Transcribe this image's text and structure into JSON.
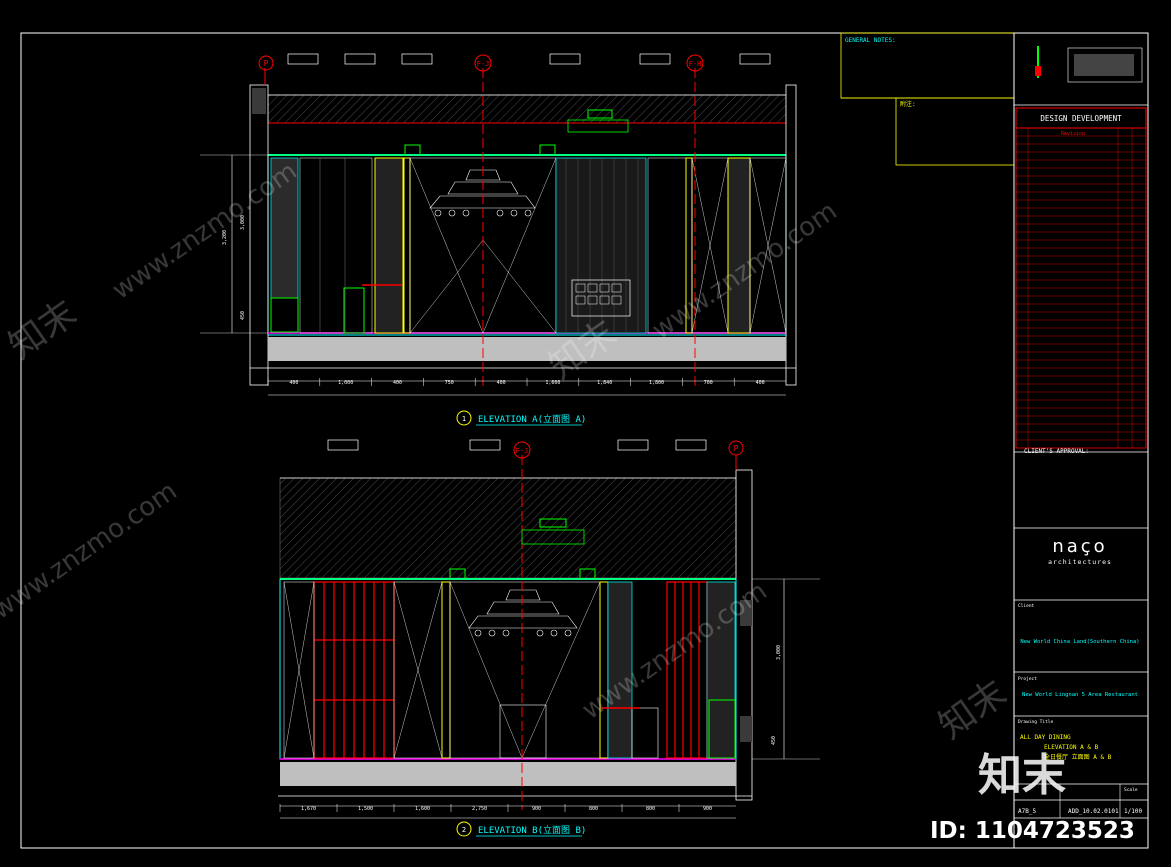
{
  "drawing": {
    "elevation_a_title": "ELEVATION A(立面图 A)",
    "elevation_b_title": "ELEVATION B(立面图 B)",
    "elevation_a_number": "1",
    "elevation_b_number": "2",
    "grid_labels_a": [
      "P",
      "F-J",
      "F-H"
    ],
    "grid_labels_b": [
      "F-J",
      "P"
    ],
    "dim_row_a": [
      "400",
      "1,000",
      "400",
      "750",
      "400",
      "1,600",
      "1,840",
      "1,800",
      "700",
      "400"
    ],
    "dim_row_b": [
      "1,670",
      "1,500",
      "1,600",
      "2,750",
      "900",
      "800",
      "800",
      "900"
    ],
    "side_dims_a": [
      "3,200",
      "3,000",
      "450"
    ],
    "side_dims_b": [
      "3,000",
      "450"
    ]
  },
  "notes": {
    "general_notes_title": "GENERAL NOTES:",
    "notes_cn_title": "附注:"
  },
  "title_block": {
    "design_stage": "DESIGN DEVELOPMENT",
    "revision_header": "Revision",
    "client_approval": "CLIENT'S APPROVAL:",
    "firm_name": "naço",
    "firm_sub": "architectures",
    "client_label": "Client",
    "client_name": "New World China Land(Southern China)",
    "project_label": "Project",
    "project_name": "New World Lingnan 5 Area Restaurant",
    "drawing_label": "Drawing Title",
    "drawing_title_1": "ALL DAY DINING",
    "drawing_title_2": "ELEVATION A & B",
    "drawing_title_cn": "全日餐厅 立面图 A & B",
    "sheet_no": "A7B_5",
    "drawing_no": "ADD_10.02.0101",
    "scale": "1/100",
    "scale_label": "Scale"
  },
  "watermark": {
    "brand": "知末",
    "site": "www.znzmo.com",
    "id_text": "ID: 1104723523"
  },
  "colors": {
    "frame": "#ffffff",
    "cyan": "#00ffff",
    "green": "#00ff00",
    "yellow": "#ffff00",
    "red": "#ff0000",
    "magenta": "#ff00ff",
    "grey_band": "#bfbfbf"
  }
}
